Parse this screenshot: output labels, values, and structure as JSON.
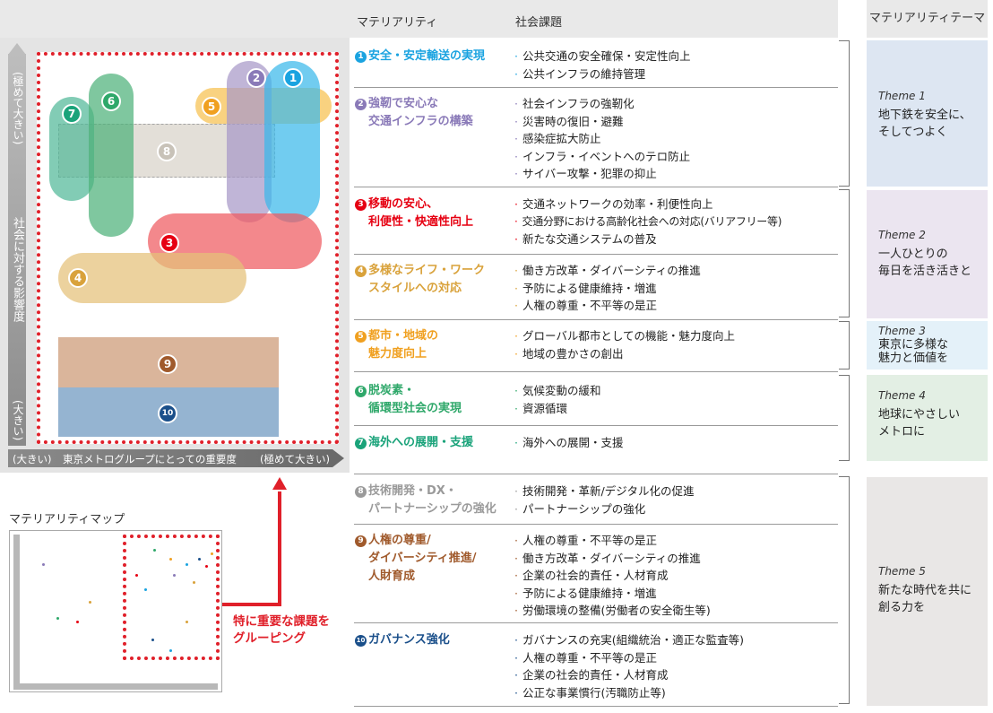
{
  "header": {
    "materiality": "マテリアリティ",
    "social_issues": "社会課題",
    "theme_col": "マテリアリティテーマ"
  },
  "map": {
    "y_label": "社会に対する影響度",
    "y_top": "(極めて大きい)",
    "y_bottom": "(大きい)",
    "x_left": "(大きい)",
    "x_label": "東京メトログループにとっての重要度",
    "x_right": "(極めて大きい)",
    "numbers": [
      "1",
      "2",
      "3",
      "4",
      "5",
      "6",
      "7",
      "8",
      "9",
      "10"
    ],
    "minimap_title": "マテリアリティマップ",
    "callout": [
      "特に重要な課題を",
      "グルーピング"
    ]
  },
  "colors": {
    "m1": "#1aa3e0",
    "m2": "#8a7ab8",
    "m3": "#e60012",
    "m4": "#d9a23b",
    "m5": "#f0a020",
    "m6": "#2fa86a",
    "m7": "#1aa37a",
    "m8": "#9a9a9a",
    "m9": "#a05a2c",
    "m10": "#1a4f8a"
  },
  "materialities": [
    {
      "num": "1",
      "title": [
        "安全・安定輸送の実現"
      ],
      "issues": [
        "公共交通の安全確保・安定性向上",
        "公共インフラの維持管理"
      ]
    },
    {
      "num": "2",
      "title": [
        "強靭で安心な",
        "交通インフラの構築"
      ],
      "issues": [
        "社会インフラの強靭化",
        "災害時の復旧・避難",
        "感染症拡大防止",
        "インフラ・イベントへのテロ防止",
        "サイバー攻撃・犯罪の抑止"
      ]
    },
    {
      "num": "3",
      "title": [
        "移動の安心、",
        "利便性・快適性向上"
      ],
      "issues": [
        "交通ネットワークの効率・利便性向上",
        "交通分野における高齢化社会への対応(バリアフリー等)",
        "新たな交通システムの普及"
      ]
    },
    {
      "num": "4",
      "title": [
        "多様なライフ・ワーク",
        "スタイルへの対応"
      ],
      "issues": [
        "働き方改革・ダイバーシティの推進",
        "予防による健康維持・増進",
        "人権の尊重・不平等の是正"
      ]
    },
    {
      "num": "5",
      "title": [
        "都市・地域の",
        "魅力度向上"
      ],
      "issues": [
        "グローバル都市としての機能・魅力度向上",
        "地域の豊かさの創出"
      ]
    },
    {
      "num": "6",
      "title": [
        "脱炭素・",
        "循環型社会の実現"
      ],
      "issues": [
        "気候変動の緩和",
        "資源循環"
      ]
    },
    {
      "num": "7",
      "title": [
        "海外への展開・支援"
      ],
      "issues": [
        "海外への展開・支援"
      ]
    },
    {
      "num": "8",
      "title": [
        "技術開発・DX・",
        "パートナーシップの強化"
      ],
      "issues": [
        "技術開発・革新/デジタル化の促進",
        "パートナーシップの強化"
      ]
    },
    {
      "num": "9",
      "title": [
        "人権の尊重/",
        "ダイバーシティ推進/",
        "人財育成"
      ],
      "issues": [
        "人権の尊重・不平等の是正",
        "働き方改革・ダイバーシティの推進",
        "企業の社会的責任・人材育成",
        "予防による健康維持・増進",
        "労働環境の整備(労働者の安全衛生等)"
      ]
    },
    {
      "num": "10",
      "title": [
        "ガバナンス強化"
      ],
      "issues": [
        "ガバナンスの充実(組織統治・適正な監査等)",
        "人権の尊重・不平等の是正",
        "企業の社会的責任・人材育成",
        "公正な事業慣行(汚職防止等)"
      ]
    }
  ],
  "themes": [
    {
      "name": "Theme 1",
      "text": [
        "地下鉄を安全に、",
        "そしてつよく"
      ]
    },
    {
      "name": "Theme 2",
      "text": [
        "一人ひとりの",
        "毎日を活き活きと"
      ]
    },
    {
      "name": "Theme 3",
      "text": [
        "東京に多様な",
        "魅力と価値を"
      ]
    },
    {
      "name": "Theme 4",
      "text": [
        "地球にやさしい",
        "メトロに"
      ]
    },
    {
      "name": "Theme 5",
      "text": [
        "新たな時代を共に",
        "創る力を"
      ]
    }
  ]
}
